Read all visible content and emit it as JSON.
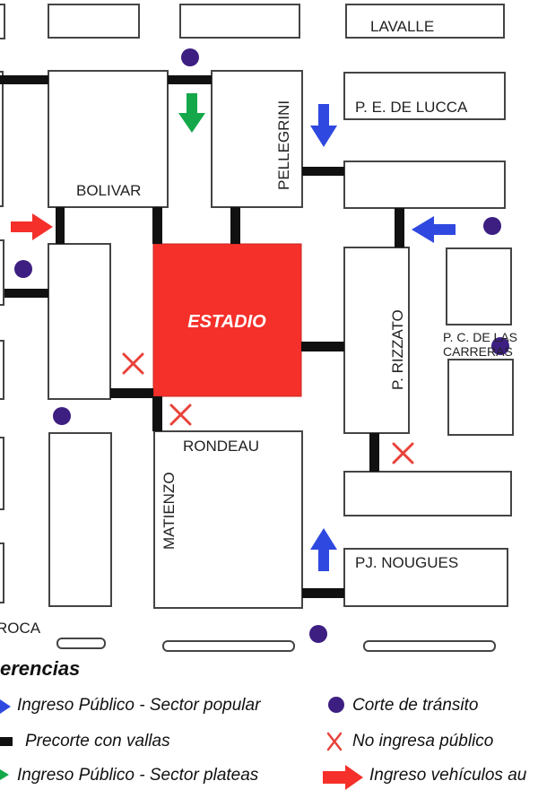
{
  "map": {
    "stadium_label": "ESTADIO",
    "streets": {
      "lavalle": "LAVALLE",
      "pe_de_lucca": "P. E. DE LUCCA",
      "pellegrini": "PELLEGRINI",
      "bolivar": "BOLIVAR",
      "pc_de_las_carreras_line1": "P. C. DE LAS",
      "pc_de_las_carreras_line2": "CARRERAS",
      "p_rizzato": "P. RIZZATO",
      "rondeau": "RONDEAU",
      "matienzo": "MATIENZO",
      "pj_nougues": "PJ. NOUGUES",
      "roca": "ROCA"
    },
    "colors": {
      "stadium": "#f5302a",
      "blue_arrow": "#2f49e0",
      "green_arrow": "#14a84a",
      "red_arrow": "#f5302a",
      "traffic_cut_dot": "#3d1f82",
      "x_mark": "#e8423a",
      "barrier": "#111111"
    }
  },
  "legend": {
    "title": "erencias",
    "items": [
      {
        "label": "Ingreso Público - Sector popular",
        "icon": "blue-arrow-icon"
      },
      {
        "label": "Corte de tránsito",
        "icon": "purple-dot-icon"
      },
      {
        "label": "Precorte con vallas",
        "icon": "black-bar-icon"
      },
      {
        "label": "No ingresa público",
        "icon": "red-x-icon"
      },
      {
        "label": "Ingreso Público - Sector plateas",
        "icon": "green-arrow-icon"
      },
      {
        "label": "Ingreso vehículos au",
        "icon": "red-arrow-icon"
      }
    ]
  }
}
